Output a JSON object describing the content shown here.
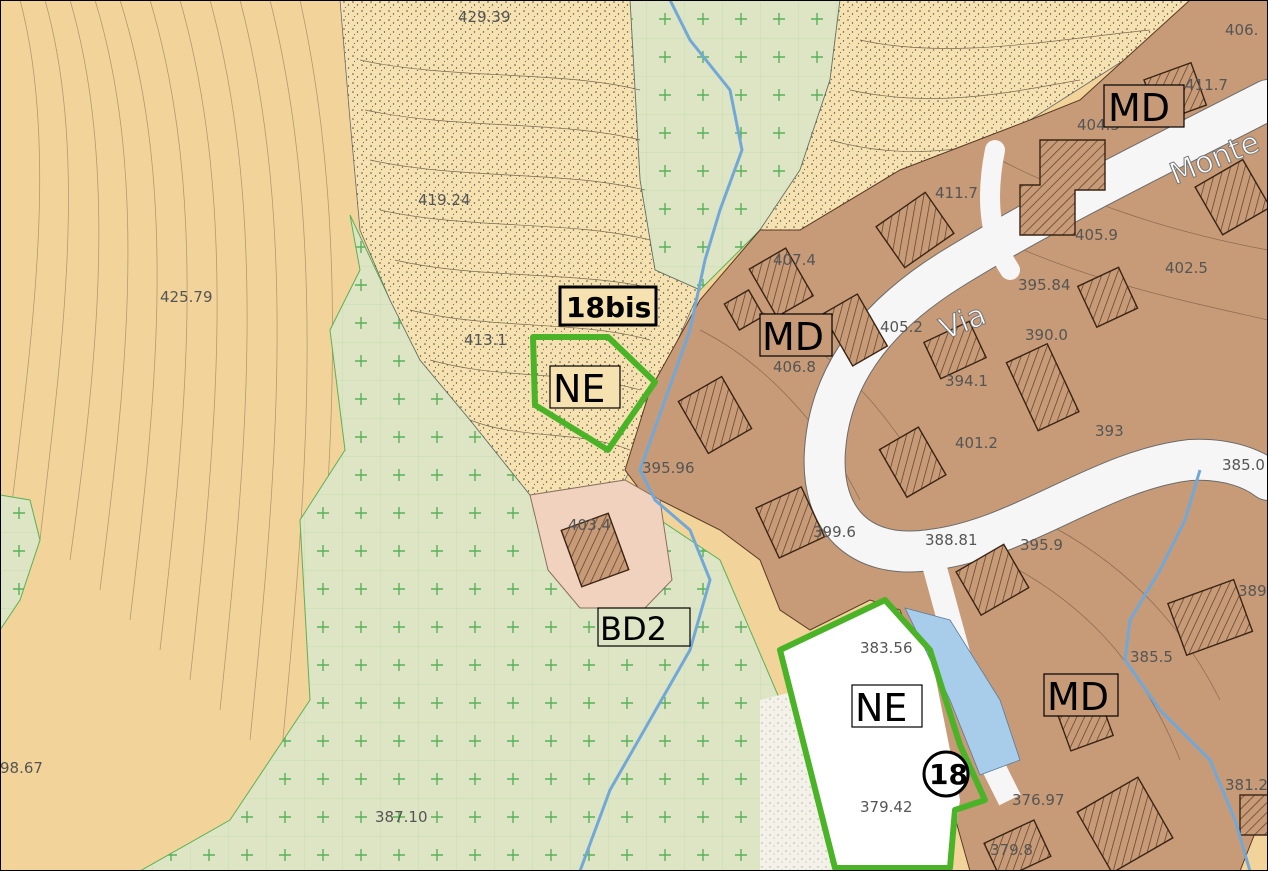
{
  "colors": {
    "agricultural": "#f2d49a",
    "agricultural_dark": "#edc98a",
    "woodland": "#dde5c4",
    "woodland_cross": "#59b159",
    "scrub": "#f5e2b0",
    "residential": "#c79b77",
    "building_lot": "#f0d2bf",
    "parking": "#a8cdea",
    "road": "#f6f6f6",
    "stream": "#72a8d8",
    "new_area_outline": "#4bb327"
  },
  "elevations": [
    "429.39",
    "406.",
    "411.7",
    "404.5",
    "411.7",
    "419.24",
    "405.9",
    "402.5",
    "425.79",
    "407.4",
    "395.84",
    "405.2",
    "390.0",
    "413.1",
    "406.8",
    "394.1",
    "401.2",
    "393",
    "385.0",
    "395.96",
    "403.4",
    "399.6",
    "388.81",
    "395.9",
    "389",
    "383.56",
    "385.5",
    "98.67",
    "387.10",
    "379.42",
    "376.97",
    "381.2",
    "379.8"
  ],
  "zones": {
    "md_top": "MD",
    "md_center": "MD",
    "md_lower": "MD",
    "ne_upper": "NE",
    "ne_lower": "NE",
    "bd2": "BD2"
  },
  "street": {
    "via": "Via",
    "monte": "Monte"
  },
  "sites": {
    "upper": "18bis",
    "lower": "18"
  }
}
